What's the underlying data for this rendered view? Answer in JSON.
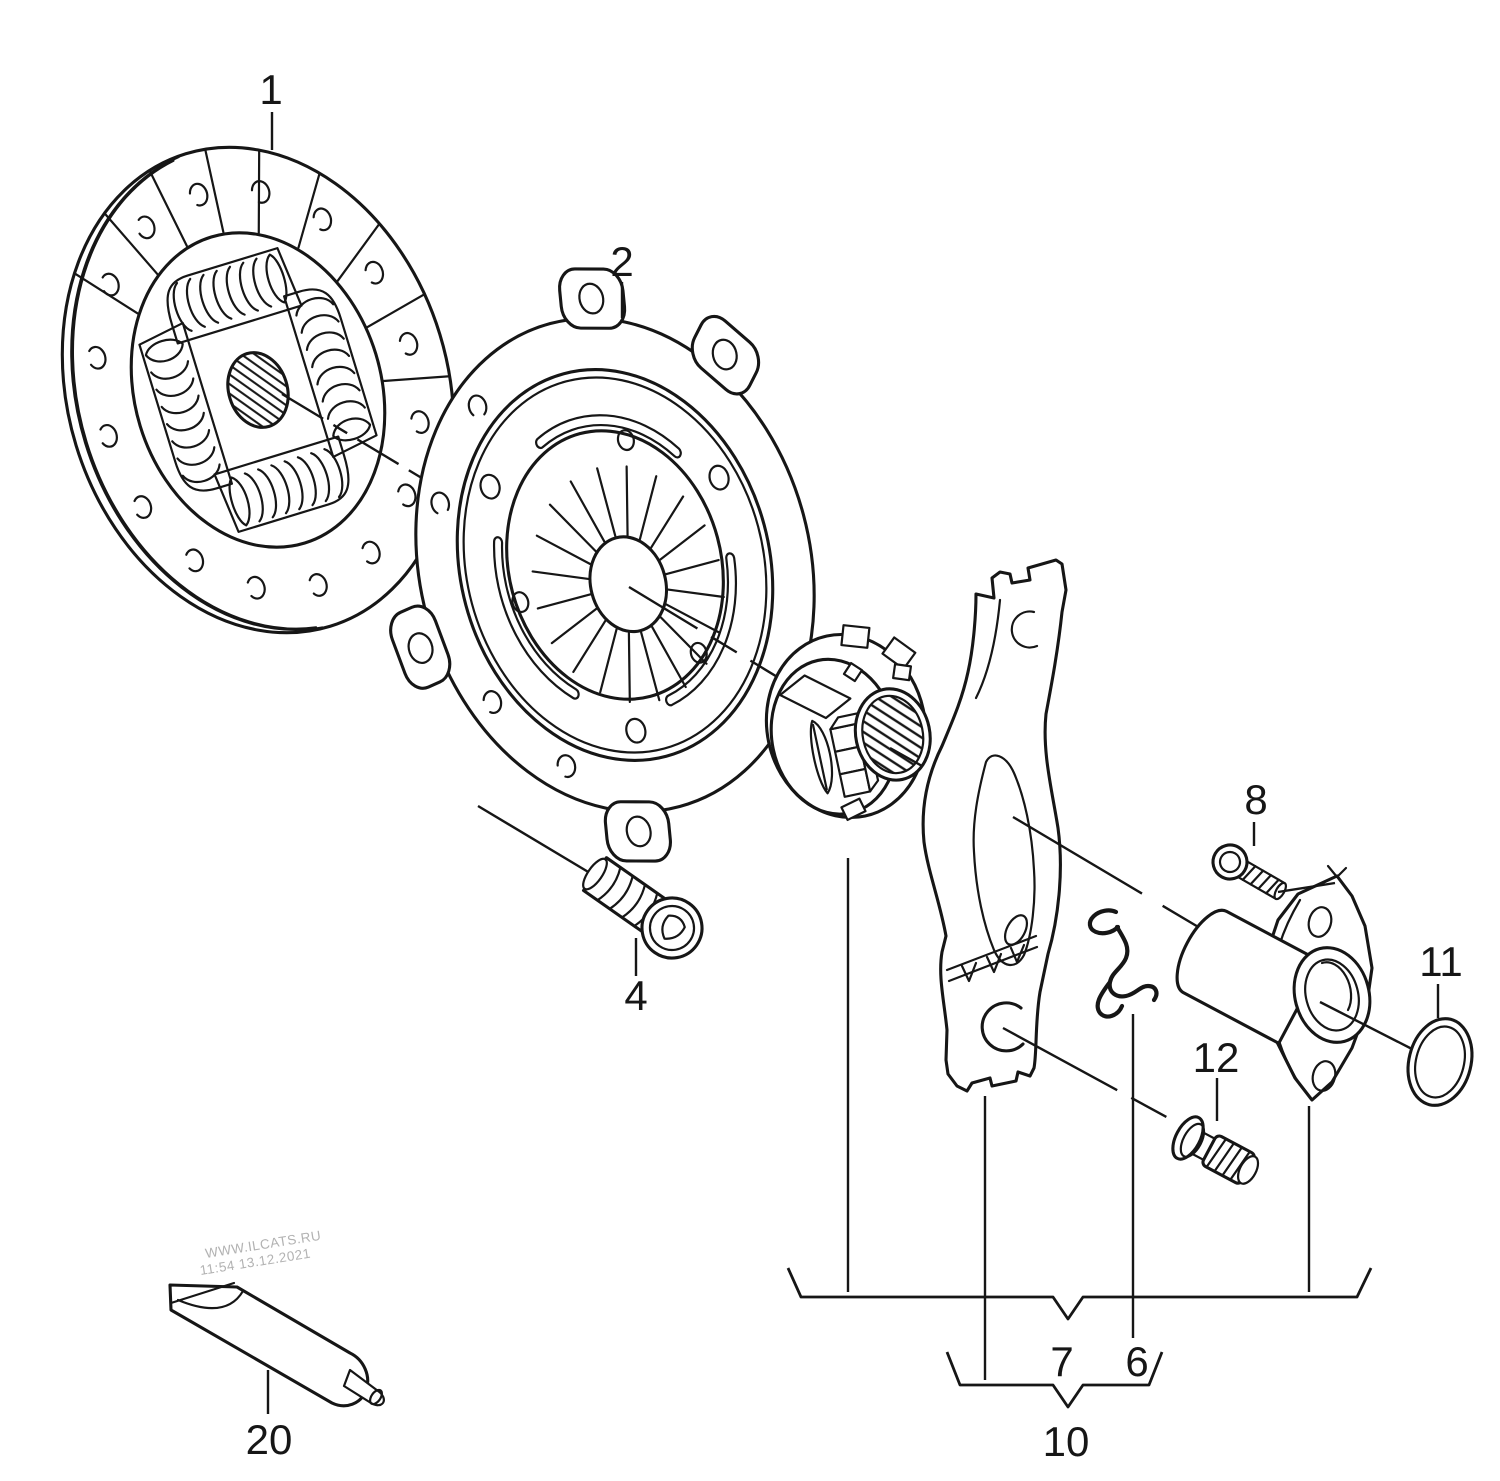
{
  "background": "#ffffff",
  "line_color": "#161616",
  "watermark": {
    "line1": "WWW.ILCATS.RU",
    "line2": "11:54 13.12.2021",
    "color": "#b2b2b2"
  },
  "callouts": [
    {
      "label": "1"
    },
    {
      "label": "2"
    },
    {
      "label": "4"
    },
    {
      "label": "8"
    },
    {
      "label": "11"
    },
    {
      "label": "12"
    },
    {
      "label": "7"
    },
    {
      "label": "6"
    },
    {
      "label": "10"
    },
    {
      "label": "20"
    }
  ]
}
